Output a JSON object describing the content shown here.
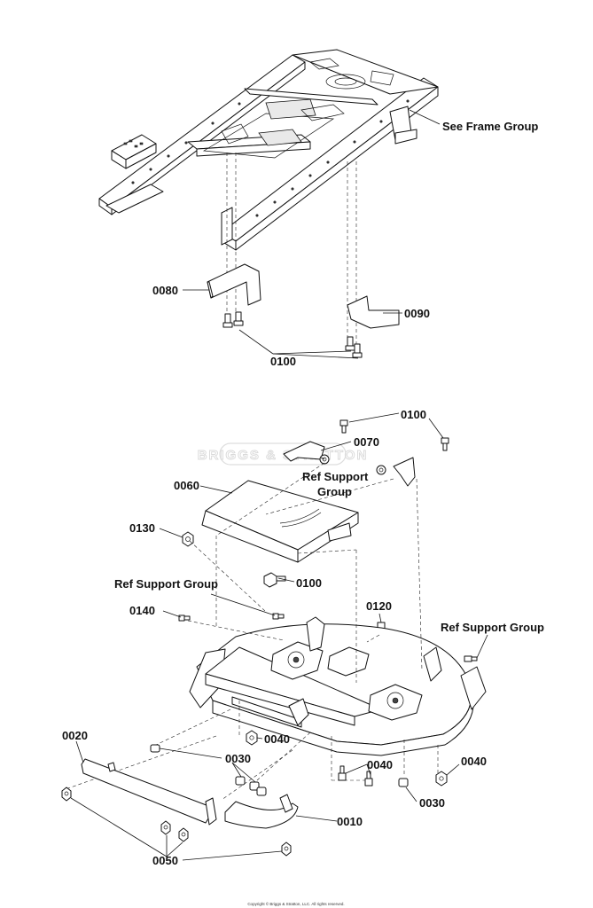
{
  "labels": {
    "see_frame_group": "See Frame Group",
    "p0080": "0080",
    "p0090": "0090",
    "p0100_top": "0100",
    "p0100_upper": "0100",
    "p0070": "0070",
    "ref_support_group_1_line1": "Ref Support",
    "ref_support_group_1_line2": "Group",
    "p0060": "0060",
    "p0130": "0130",
    "p0100_mid": "0100",
    "ref_support_group_left": "Ref Support Group",
    "p0140": "0140",
    "p0120": "0120",
    "ref_support_group_right": "Ref Support Group",
    "p0020": "0020",
    "p0040_a": "0040",
    "p0030_a": "0030",
    "p0040_b": "0040",
    "p0040_c": "0040",
    "p0030_b": "0030",
    "p0010": "0010",
    "p0050": "0050"
  },
  "watermark": "BRIGGS & STRATTON",
  "copyright": "Copyright © Briggs & Stratton, LLC. All rights reserved."
}
